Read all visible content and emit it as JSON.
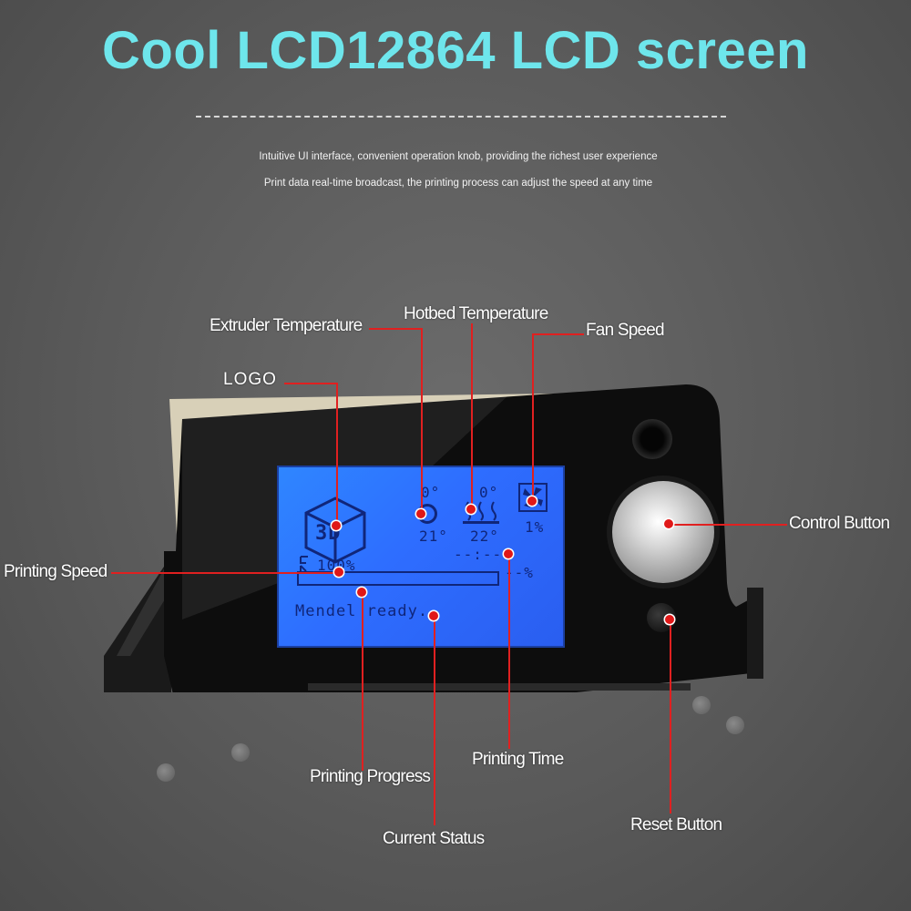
{
  "title": "Cool LCD12864 LCD screen",
  "subtitle_lines": [
    "Intuitive UI interface, convenient operation knob, providing the richest user experience",
    "Print data real-time broadcast, the printing process can adjust the speed at any time"
  ],
  "callouts": {
    "extruder_temperature": "Extruder Temperature",
    "hotbed_temperature": "Hotbed Temperature",
    "fan_speed": "Fan Speed",
    "logo": "LOGO",
    "printing_speed": "Printing Speed",
    "control_button": "Control Button",
    "printing_progress": "Printing Progress",
    "printing_time": "Printing Time",
    "current_status": "Current Status",
    "reset_button": "Reset Button"
  },
  "lcd": {
    "logo_text": "3D",
    "extruder_target": "0°",
    "extruder_current": "21°",
    "bed_target": "0°",
    "bed_current": "22°",
    "fan_percent": "1%",
    "speed_value": "100%",
    "time_value": "--:--",
    "progress_value": "--%",
    "status_message": "Mendel ready."
  },
  "colors": {
    "title": "#6ee6ec",
    "callout_line": "#e02020",
    "lcd_background": "#2e6dff",
    "lcd_text": "#10267a"
  }
}
